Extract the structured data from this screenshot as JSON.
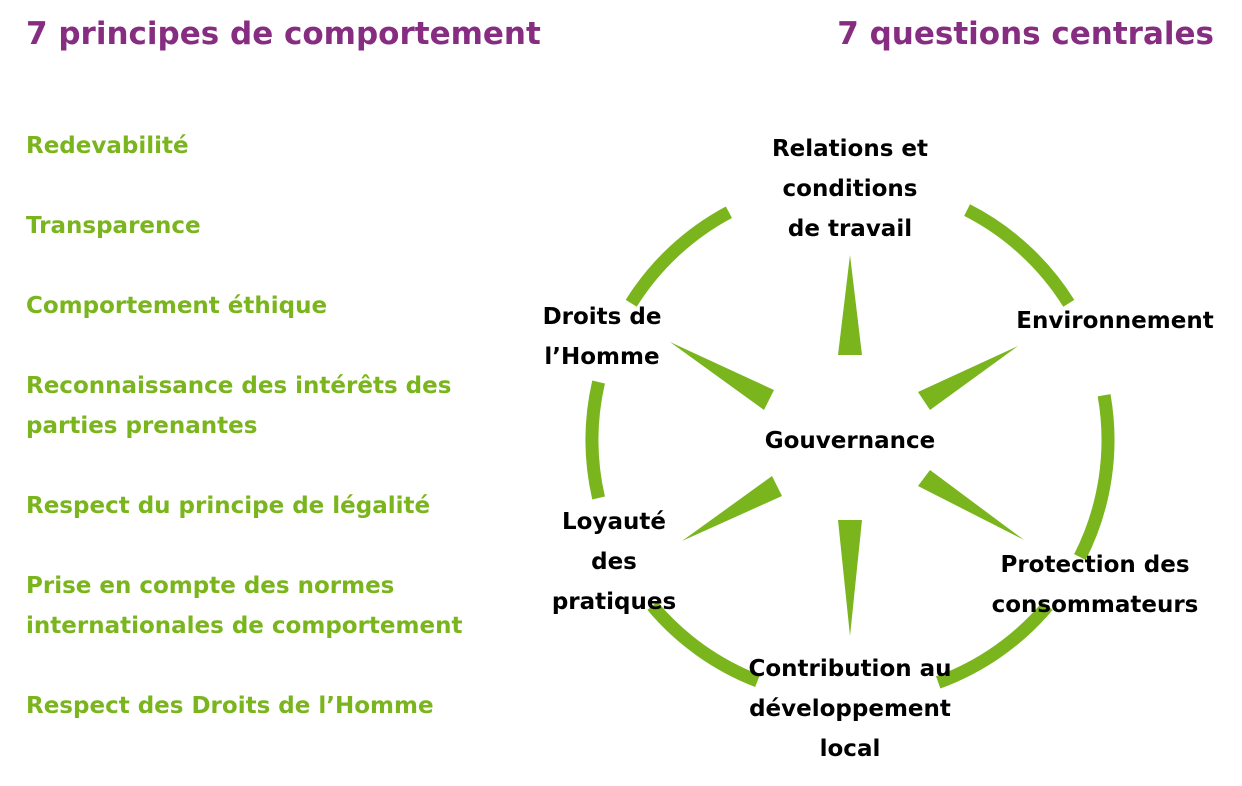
{
  "colors": {
    "accent_purple": "#862d81",
    "accent_green": "#7ab51d",
    "text": "#000000"
  },
  "headings": {
    "left": "7 principes de comportement",
    "right": "7 questions centrales"
  },
  "principles": [
    {
      "lines": [
        "Redevabilité"
      ]
    },
    {
      "lines": [
        "Transparence"
      ]
    },
    {
      "lines": [
        "Comportement éthique"
      ]
    },
    {
      "lines": [
        "Reconnaissance des intérêts des",
        "parties prenantes"
      ]
    },
    {
      "lines": [
        "Respect du principe de légalité"
      ]
    },
    {
      "lines": [
        "Prise en compte des normes",
        "internationales de comportement"
      ]
    },
    {
      "lines": [
        "Respect des Droits de l’Homme"
      ]
    }
  ],
  "diagram": {
    "center": {
      "lines": [
        "Gouvernance"
      ]
    },
    "nodes": [
      {
        "id": "relations-travail",
        "lines": [
          "Relations et",
          "conditions",
          "de travail"
        ]
      },
      {
        "id": "environnement",
        "lines": [
          "Environnement"
        ]
      },
      {
        "id": "protection-consommateurs",
        "lines": [
          "Protection des",
          "consommateurs"
        ]
      },
      {
        "id": "contribution-developpement",
        "lines": [
          "Contribution au",
          "développement",
          "local"
        ]
      },
      {
        "id": "loyaute-pratiques",
        "lines": [
          "Loyauté",
          "des",
          "pratiques"
        ]
      },
      {
        "id": "droits-homme",
        "lines": [
          "Droits de",
          "l’Homme"
        ]
      }
    ]
  }
}
